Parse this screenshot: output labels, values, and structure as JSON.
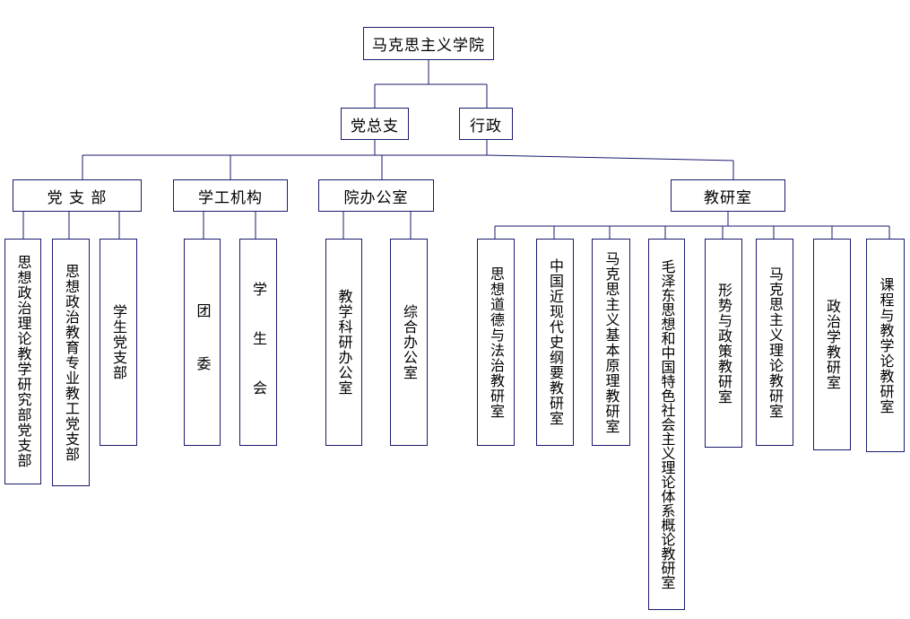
{
  "root": "马克思主义学院",
  "level1": {
    "party": "党总支",
    "admin": "行政"
  },
  "level2": {
    "party_branch": "党 支 部",
    "student_affairs": "学工机构",
    "office": "院办公室",
    "teaching_research": "教研室"
  },
  "party_branches": [
    "思想政治理论教学研究部党支部",
    "思想政治教育专业教工党支部",
    "学生党支部"
  ],
  "student_orgs": [
    "团 委",
    "学 生 会"
  ],
  "offices": [
    "教学科研办公室",
    "综合办公室"
  ],
  "research_rooms": [
    "思想道德与法治教研室",
    "中国近现代史纲要教研室",
    "马克思主义基本原理教研室",
    "毛泽东思想和中国特色社会主义理论体系概论教研室",
    "形势与政策教研室",
    "马克思主义理论教研室",
    "政治学教研室",
    "课程与教学论教研室"
  ],
  "colors": {
    "line": "#1a1a6e",
    "border": "#1a1a6e"
  }
}
